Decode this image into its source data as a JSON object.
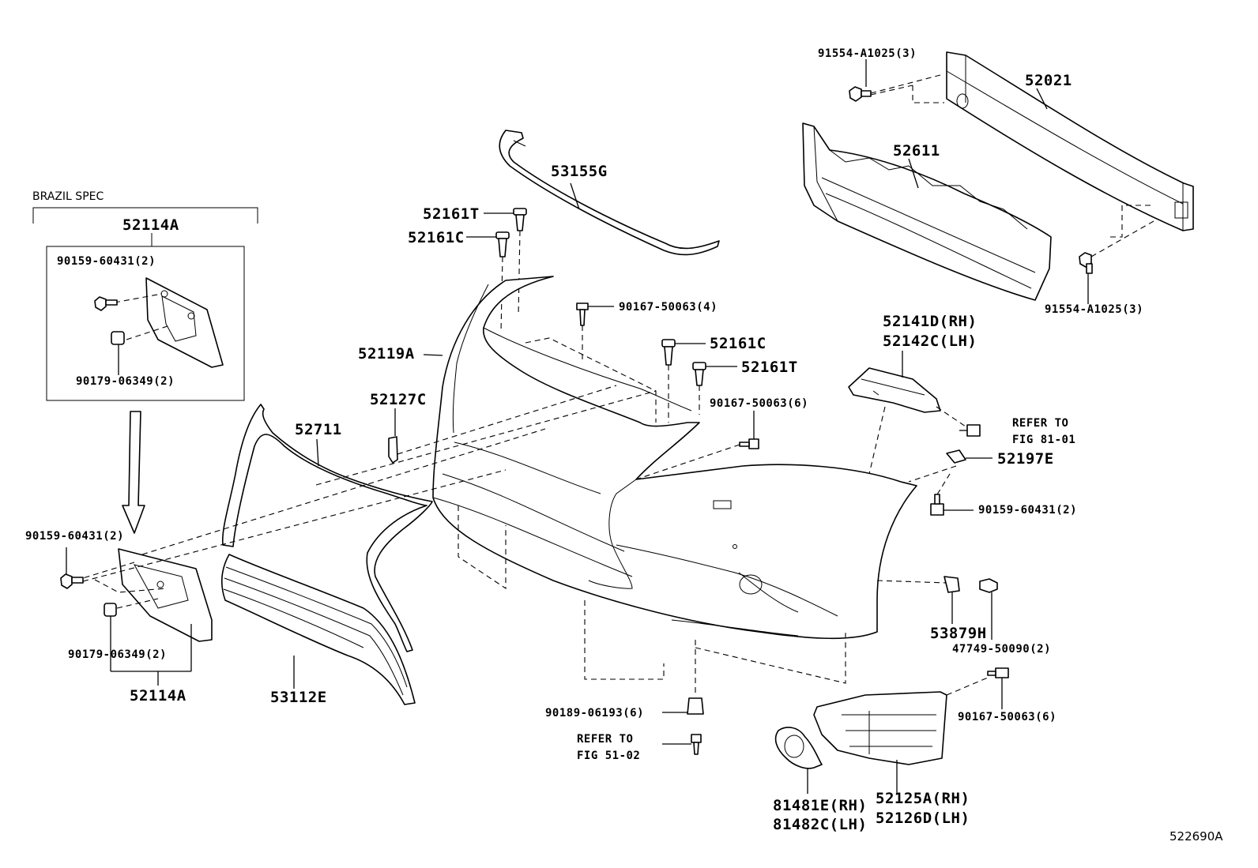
{
  "diagram_id": "522690A",
  "brazil_spec": {
    "title": "BRAZIL SPEC",
    "part": "52114A",
    "bolt": "90159-60431(2)",
    "nut": "90179-06349(2)"
  },
  "labels": {
    "p91554_top": "91554-A1025(3)",
    "p52021": "52021",
    "p52611": "52611",
    "p91554_bottom": "91554-A1025(3)",
    "p53155G": "53155G",
    "p52161T_top": "52161T",
    "p52161C_top": "52161C",
    "p90167_4": "90167-50063(4)",
    "p52119A": "52119A",
    "p52161C_mid": "52161C",
    "p52161T_mid": "52161T",
    "p52127C": "52127C",
    "p90167_6_mid": "90167-50063(6)",
    "p52141D": "52141D(RH)",
    "p52142C": "52142C(LH)",
    "refer81_a": "REFER TO",
    "refer81_b": "FIG 81-01",
    "p52197E": "52197E",
    "p90159_right": "90159-60431(2)",
    "p52711": "52711",
    "p90159_left": "90159-60431(2)",
    "p90179_left": "90179-06349(2)",
    "p52114A_bottom": "52114A",
    "p53112E": "53112E",
    "p53879H": "53879H",
    "p47749": "47749-50090(2)",
    "p90167_6_right": "90167-50063(6)",
    "p90189": "90189-06193(6)",
    "refer51_a": "REFER TO",
    "refer51_b": "FIG 51-02",
    "p81481E": "81481E(RH)",
    "p81482C": "81482C(LH)",
    "p52125A": "52125A(RH)",
    "p52126D": "52126D(LH)"
  }
}
